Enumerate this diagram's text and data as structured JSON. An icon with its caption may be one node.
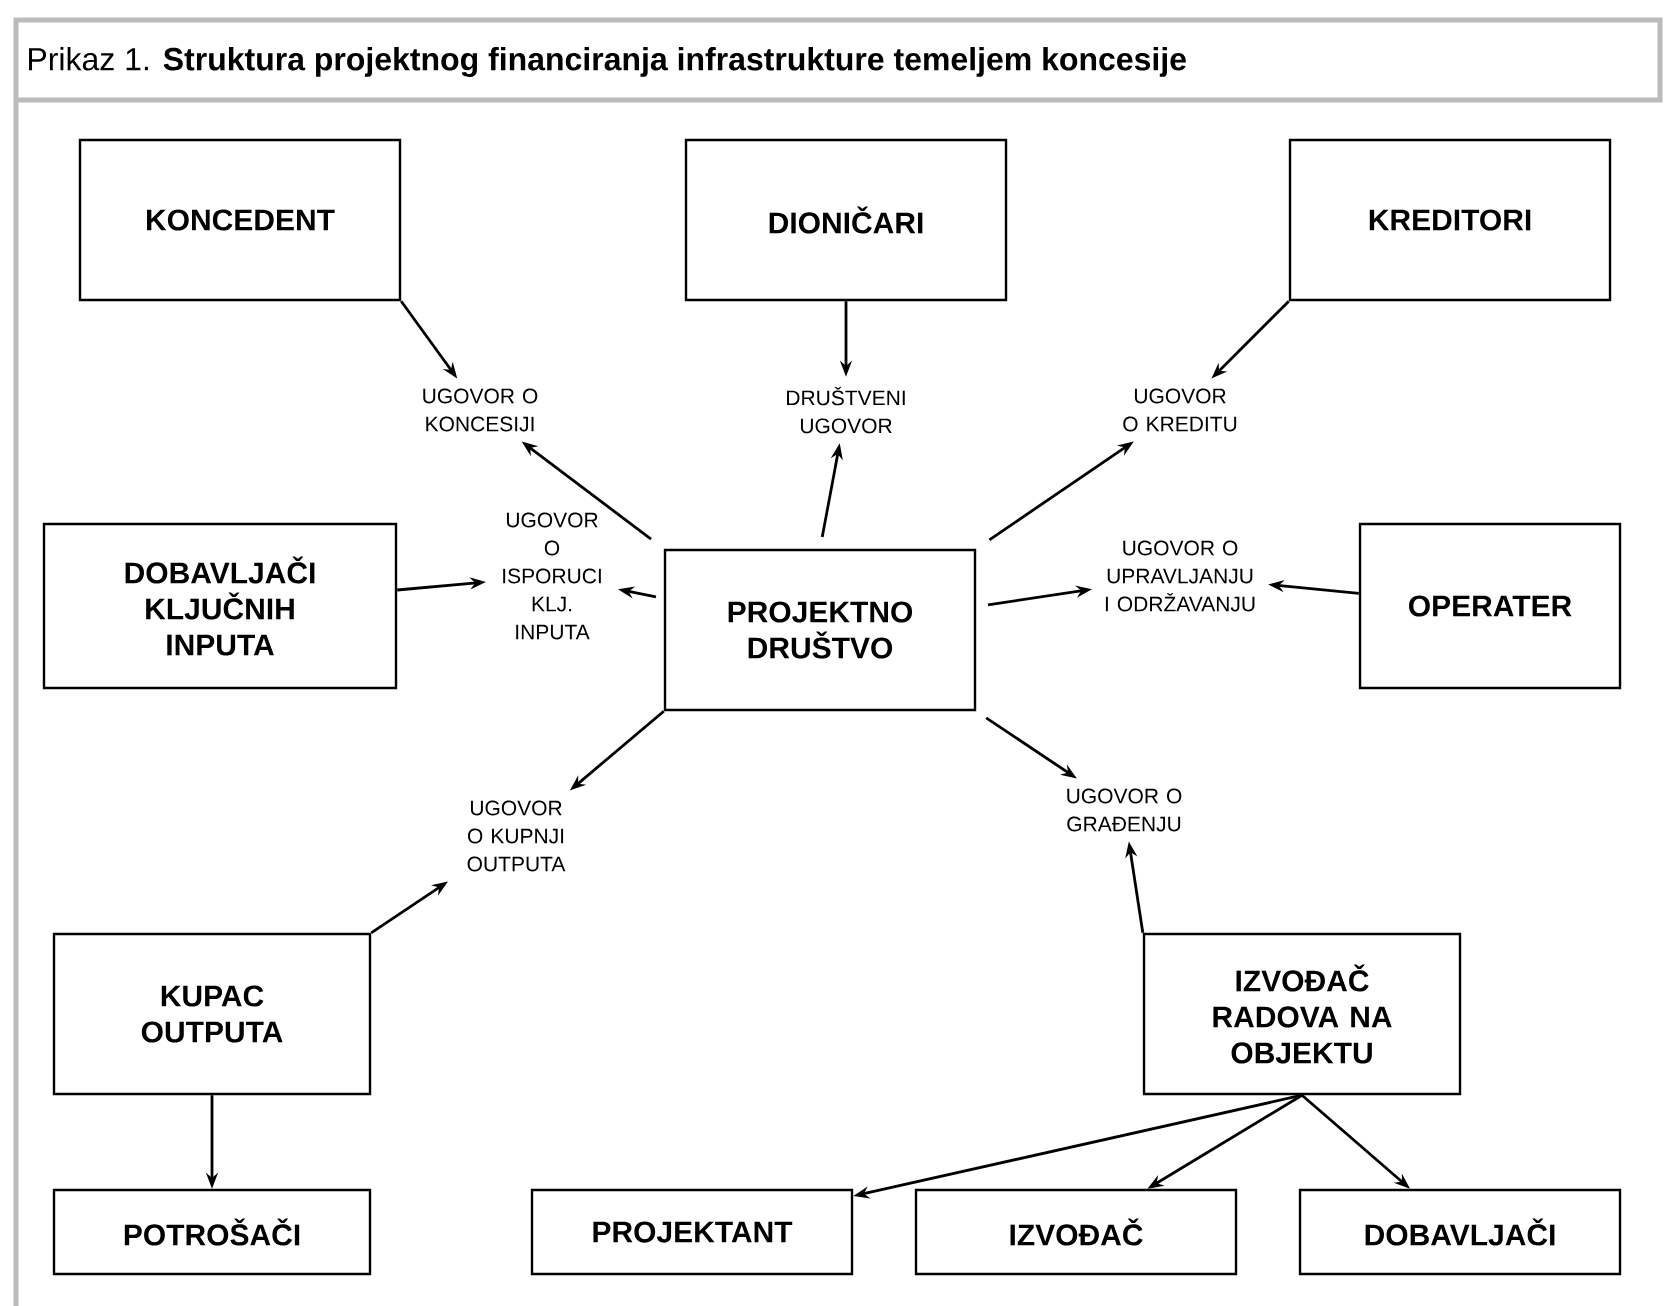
{
  "diagram": {
    "title": "Prikaz 1. **Struktura projektnog financiranja infrastrukture temeljem koncesije**",
    "nodes": [
      {
        "text": [
          "KONCEDENT"
        ]
      },
      {
        "text": [
          "DIONIČARI"
        ]
      },
      {
        "text": [
          "KREDITORI"
        ]
      },
      {
        "text": [
          "UGOVOR O KONCESIJI"
        ]
      },
      {
        "text": [
          "DRUŠTVENI UGOVOR"
        ]
      },
      {
        "text": [
          "UGOVOR O KREDITU"
        ]
      },
      {
        "text": [
          "DOBAVLJAČI KLJUČNIH INPUTA"
        ]
      },
      {
        "text": [
          "UGOVOR O ISPORUCI KLJ. INPUTA"
        ]
      },
      {
        "text": [
          "PROJEKTNO DRUŠTVO"
        ]
      },
      {
        "text": [
          "UGOVOR O UPRAVLJANJU I ODRŽAVANJU"
        ]
      },
      {
        "text": [
          "OPERATER"
        ]
      },
      {
        "text": [
          "UGOVOR O KUPNJI OUTPUTA"
        ]
      },
      {
        "text": [
          "UGOVOR O GRAĐENJU"
        ]
      },
      {
        "text": [
          "KUPAC OUTPUTA"
        ]
      },
      {
        "text": [
          "IZVOĐAČ RADOVA NA OBJEKTU"
        ]
      },
      {
        "text": [
          "POTROŠAČI"
        ]
      },
      {
        "text": [
          "PROJEKTANT"
        ]
      },
      {
        "text": [
          "IZVOĐAČ"
        ]
      },
      {
        "text": [
          "DOBAVLJAČI"
        ]
      }
    ],
    "edges": [
      {
        "from": 0,
        "to": 3,
        "arrow": "to"
      },
      {
        "from": 1,
        "to": 4,
        "arrow": "to"
      },
      {
        "from": 2,
        "to": 5,
        "arrow": "to"
      },
      {
        "from": 8,
        "to": 3,
        "arrow": "to"
      },
      {
        "from": 8,
        "to": 4,
        "arrow": "to"
      },
      {
        "from": 8,
        "to": 5,
        "arrow": "to"
      },
      {
        "from": 6,
        "to": 7,
        "arrow": "to"
      },
      {
        "from": 8,
        "to": 7,
        "arrow": "to"
      },
      {
        "from": 8,
        "to": 9,
        "arrow": "to"
      },
      {
        "from": 10,
        "to": 9,
        "arrow": "to"
      },
      {
        "from": 8,
        "to": 11,
        "arrow": "to"
      },
      {
        "from": 13,
        "to": 11,
        "arrow": "to"
      },
      {
        "from": 8,
        "to": 12,
        "arrow": "to"
      },
      {
        "from": 14,
        "to": 12,
        "arrow": "to"
      },
      {
        "from": 13,
        "to": 15,
        "arrow": "to"
      },
      {
        "from": 14,
        "to": 16,
        "arrow": "to"
      },
      {
        "from": 14,
        "to": 17,
        "arrow": "to"
      },
      {
        "from": 14,
        "to": 18,
        "arrow": "to"
      }
    ]
  }
}
